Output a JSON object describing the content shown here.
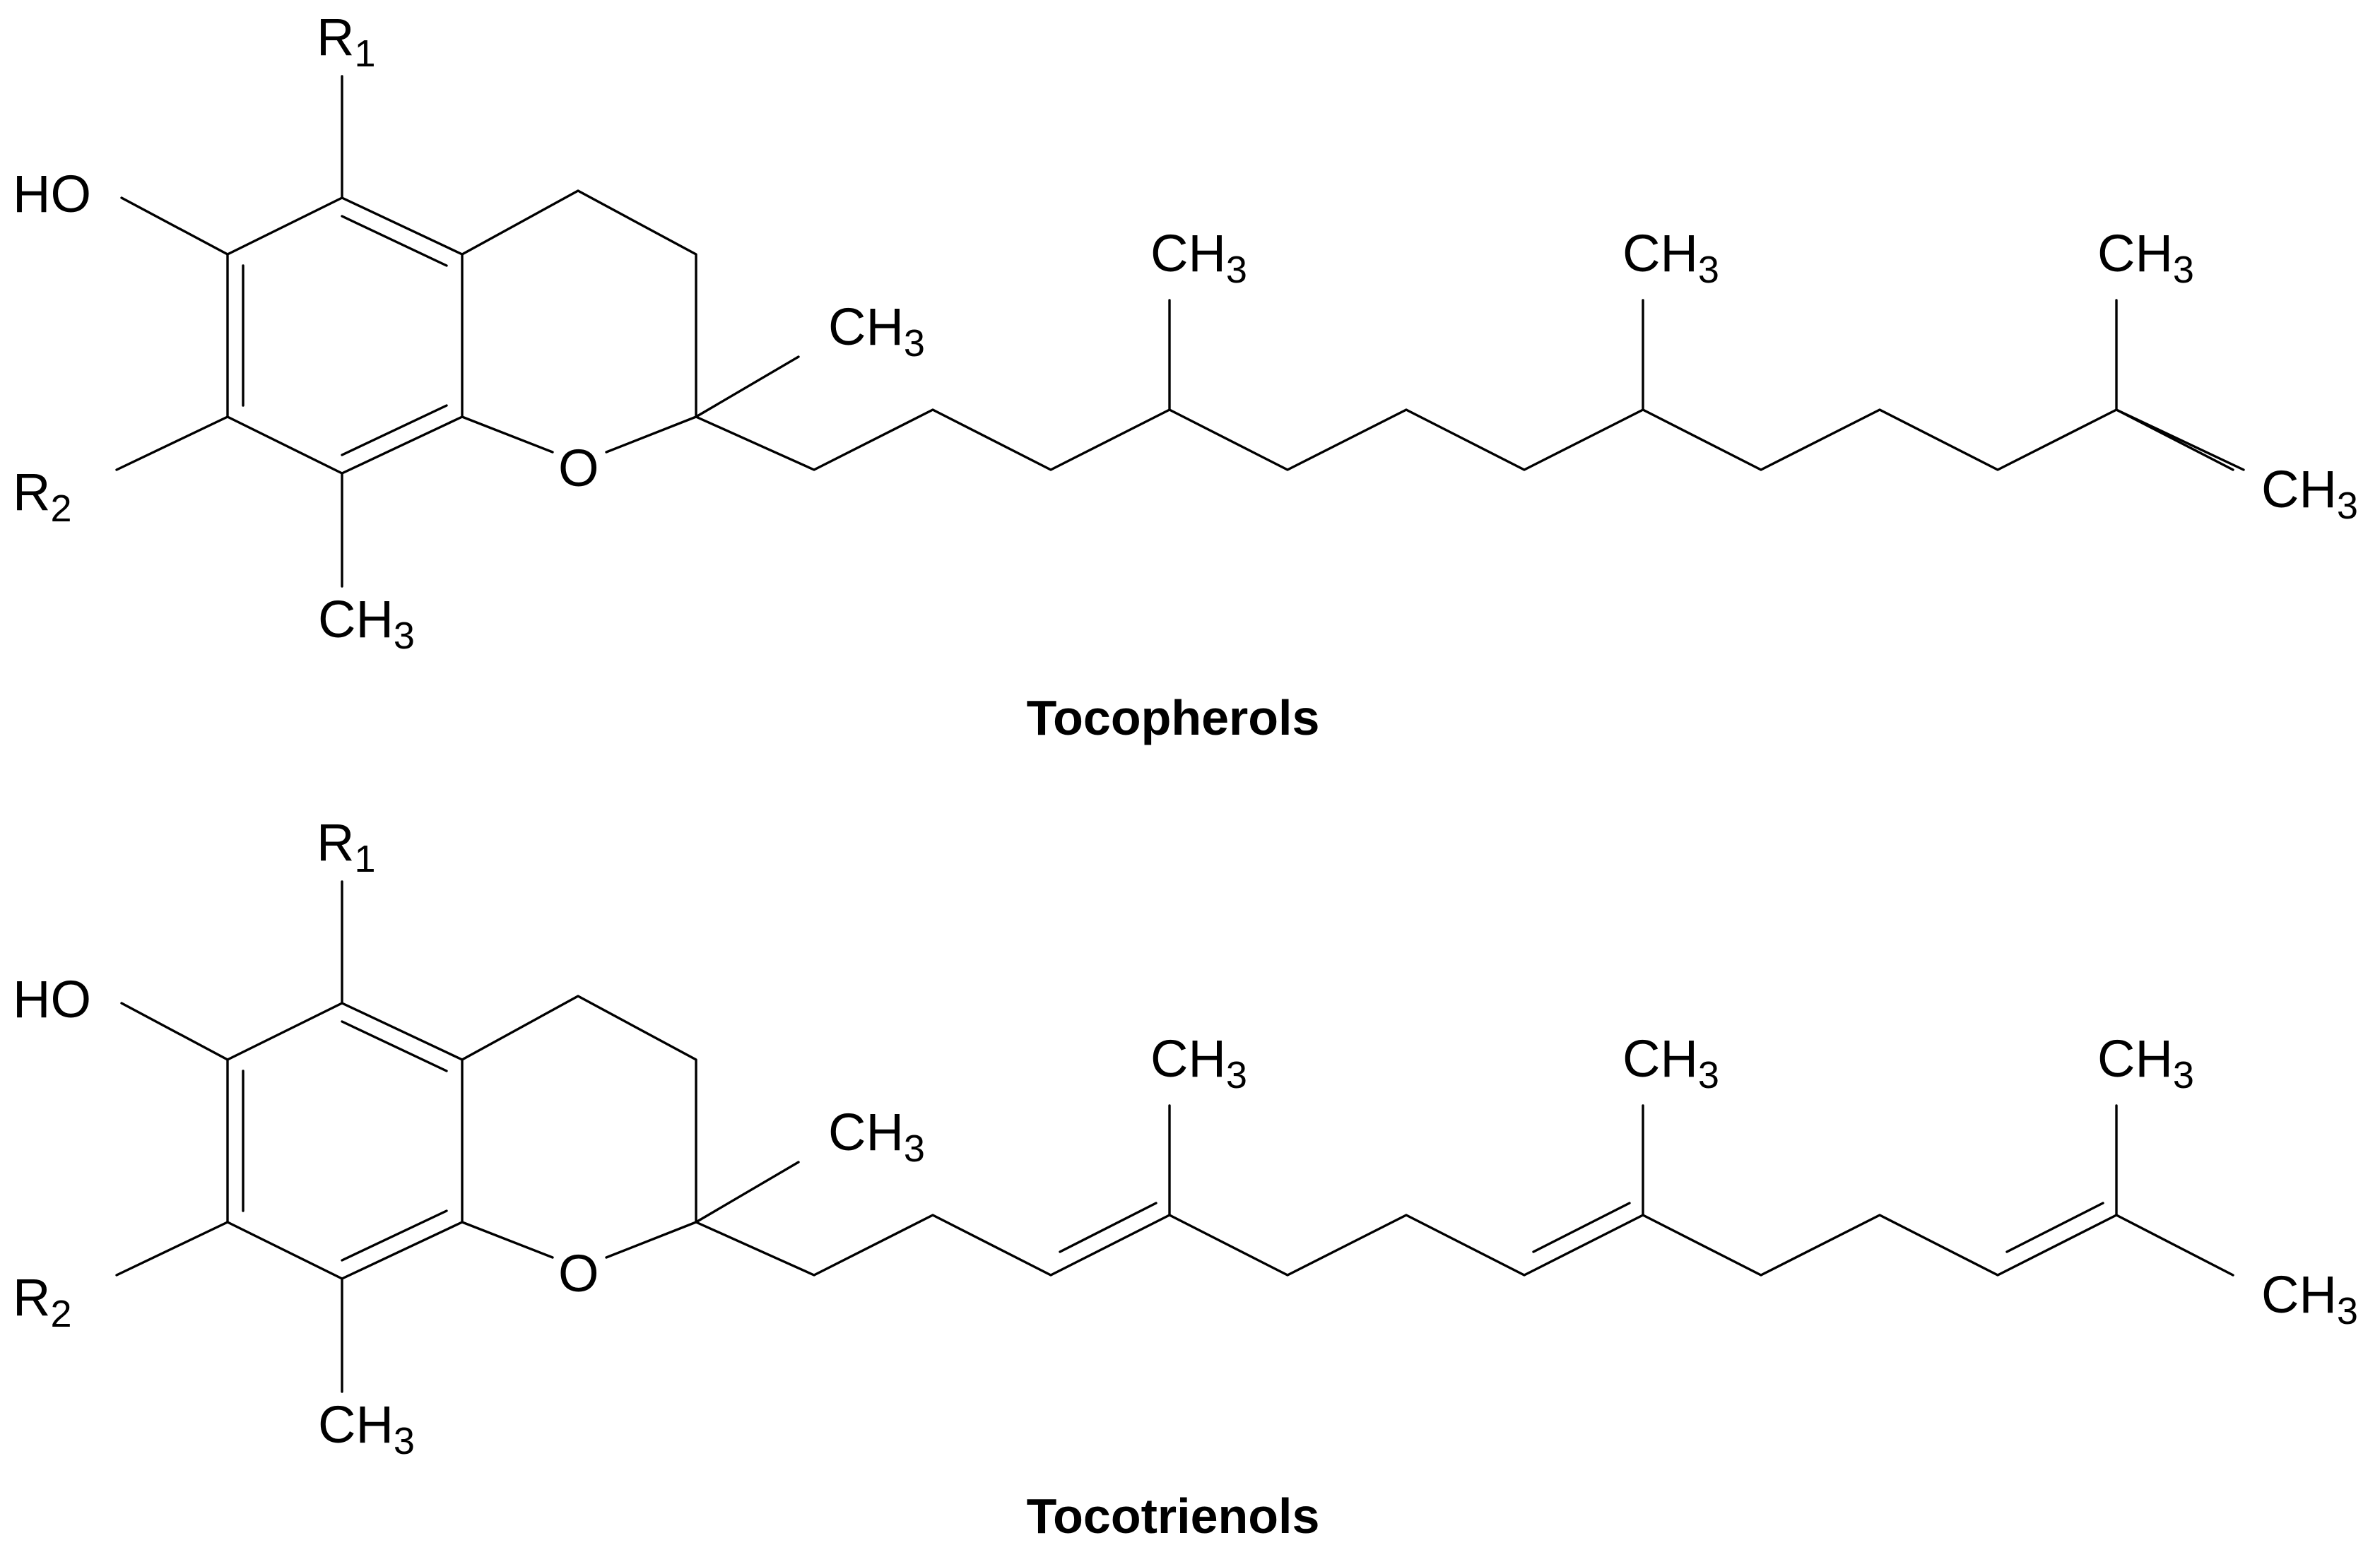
{
  "structures": [
    {
      "caption": "Tocopherols",
      "labels": {
        "r1": {
          "base": "R",
          "sub": "1"
        },
        "ho": {
          "base": "HO",
          "sub": ""
        },
        "r2": {
          "base": "R",
          "sub": "2"
        },
        "o": {
          "base": "O",
          "sub": ""
        },
        "ch3_ring": {
          "base": "CH",
          "sub": "3"
        },
        "ch3_c2": {
          "base": "CH",
          "sub": "3"
        },
        "ch3_a": {
          "base": "CH",
          "sub": "3"
        },
        "ch3_b": {
          "base": "CH",
          "sub": "3"
        },
        "ch3_c": {
          "base": "CH",
          "sub": "3"
        },
        "ch3_end": {
          "base": "CH",
          "sub": "3"
        }
      }
    },
    {
      "caption": "Tocotrienols",
      "labels": {
        "r1": {
          "base": "R",
          "sub": "1"
        },
        "ho": {
          "base": "HO",
          "sub": ""
        },
        "r2": {
          "base": "R",
          "sub": "2"
        },
        "o": {
          "base": "O",
          "sub": ""
        },
        "ch3_ring": {
          "base": "CH",
          "sub": "3"
        },
        "ch3_c2": {
          "base": "CH",
          "sub": "3"
        },
        "ch3_a": {
          "base": "CH",
          "sub": "3"
        },
        "ch3_b": {
          "base": "CH",
          "sub": "3"
        },
        "ch3_c": {
          "base": "CH",
          "sub": "3"
        },
        "ch3_end": {
          "base": "CH",
          "sub": "3"
        }
      }
    }
  ]
}
